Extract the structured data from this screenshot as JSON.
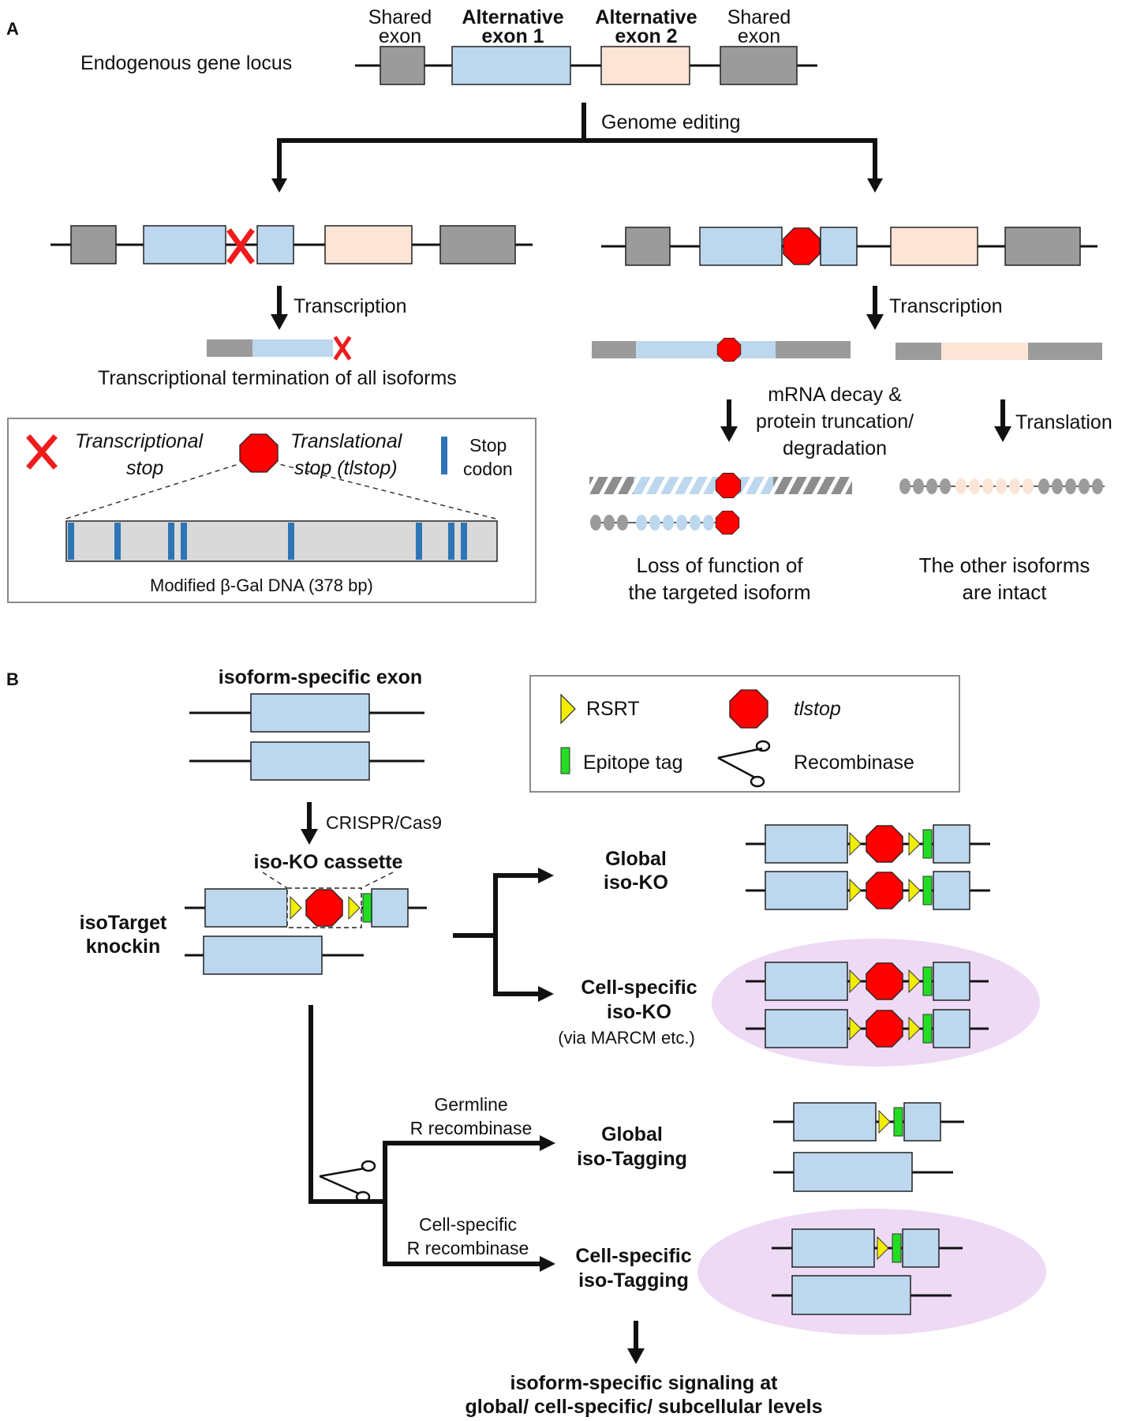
{
  "panels": {
    "a": "A",
    "b": "B"
  },
  "colors": {
    "shared_exon": "#9b9b9b",
    "alt_exon_1": "#bcd7ee",
    "alt_exon_2": "#fce4d6",
    "tlstop": "#ff0000",
    "transcriptional_stop": "#ee1c1c",
    "stop_codon": "#2e75b6",
    "rsrt": "#f2ee00",
    "epitope_tag": "#22dd22",
    "highlight_ellipse": "#eedaf5"
  },
  "panel_a": {
    "locus_label": "Endogenous gene locus",
    "exon_labels": {
      "shared_left": [
        "Shared",
        "exon"
      ],
      "alt1": [
        "Alternative",
        "exon 1"
      ],
      "alt2": [
        "Alternative",
        "exon 2"
      ],
      "shared_right": [
        "Shared",
        "exon"
      ]
    },
    "genome_editing": "Genome editing",
    "transcription": "Transcription",
    "termination_caption": "Transcriptional termination of all isoforms",
    "legend": {
      "transcriptional_stop": [
        "Transcriptional",
        "stop"
      ],
      "translational_stop": [
        "Translational",
        "stop (tlstop)"
      ],
      "stop_codon": [
        "Stop",
        "codon"
      ],
      "dna_caption": "Modified β-Gal DNA (378 bp)"
    },
    "mrna_decay": [
      "mRNA decay &",
      "protein truncation/",
      "degradation"
    ],
    "translation": "Translation",
    "loss_caption": [
      "Loss of function of",
      "the targeted isoform"
    ],
    "intact_caption": [
      "The other isoforms",
      "are intact"
    ]
  },
  "panel_b": {
    "exon_title": "isoform-specific exon",
    "crispr": "CRISPR/Cas9",
    "cassette_label": "iso-KO cassette",
    "knockin_label": [
      "isoTarget",
      "knockin"
    ],
    "legend": {
      "rsrt": "RSRT",
      "tlstop": "tlstop",
      "epitope": "Epitope tag",
      "recombinase": "Recombinase"
    },
    "global_ko": [
      "Global",
      "iso-KO"
    ],
    "cell_ko": [
      "Cell-specific",
      "iso-KO"
    ],
    "cell_ko_note": "(via MARCM etc.)",
    "germline": [
      "Germline",
      "R recombinase"
    ],
    "cell_recombinase": [
      "Cell-specific",
      "R recombinase"
    ],
    "global_tag": [
      "Global",
      "iso-Tagging"
    ],
    "cell_tag": [
      "Cell-specific",
      "iso-Tagging"
    ],
    "bottom": [
      "isoform-specific signaling at",
      "global/ cell-specific/ subcellular levels"
    ]
  }
}
